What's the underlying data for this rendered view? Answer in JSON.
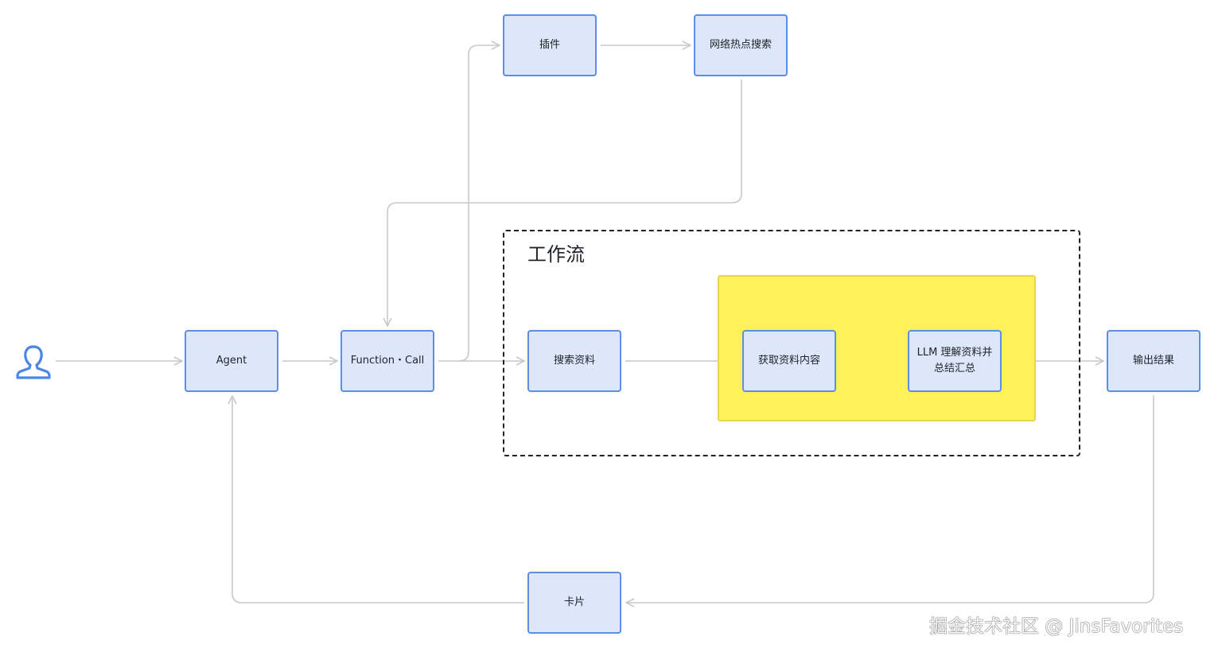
{
  "diagram": {
    "workflow_title": "工作流",
    "nodes": {
      "agent": "Agent",
      "function_call": "Function・Call",
      "plugin": "插件",
      "web_hot_search": "网络热点搜索",
      "search_material": "搜索资料",
      "fetch_content": "获取资料内容",
      "llm_summary_line1": "LLM 理解资料并",
      "llm_summary_line2": "总结汇总",
      "output_result": "输出结果",
      "card": "卡片"
    },
    "colors": {
      "node_fill": "#dde7fb",
      "node_border": "#5b8ee6",
      "connector": "#c7c9cc",
      "highlight": "#fff15a",
      "user_icon": "#4a86e8"
    },
    "user_icon_name": "user-icon"
  },
  "watermark": "掘金技术社区 @ JinsFavorites"
}
